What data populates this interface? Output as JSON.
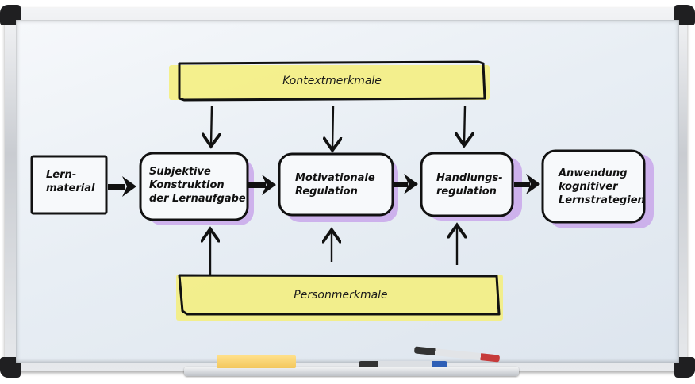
{
  "diagram": {
    "context_banner": "Kontextmerkmale",
    "person_banner": "Personmerkmale",
    "nodes": {
      "lernmaterial": "Lern-\nmaterial",
      "subjektive": "Subjektive\nKonstruktion\nder Lernaufgabe",
      "motivationale": "Motivationale\nRegulation",
      "handlungs": "Handlungs-\nregulation",
      "anwendung": "Anwendung\nkognitiver\nLernstrategien"
    }
  },
  "colors": {
    "highlight_yellow": "#f5ee7a",
    "highlight_purple": "#c7a3ea",
    "ink": "#111111"
  }
}
